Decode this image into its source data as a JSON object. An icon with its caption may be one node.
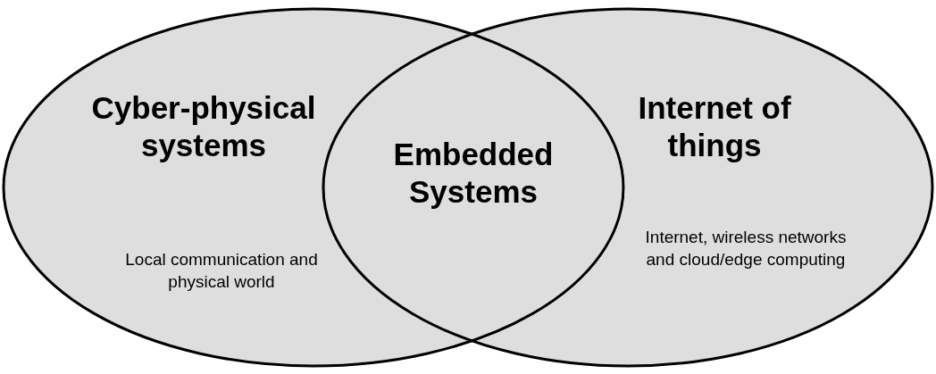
{
  "diagram": {
    "nodes": [
      {
        "text": [
          "Cyber-physical systems",
          "Local communication and physical world"
        ]
      },
      {
        "text": [
          "Internet of things",
          "Internet, wireless networks and cloud/edge computing"
        ]
      }
    ],
    "labels": [
      "Embedded Systems"
    ]
  }
}
